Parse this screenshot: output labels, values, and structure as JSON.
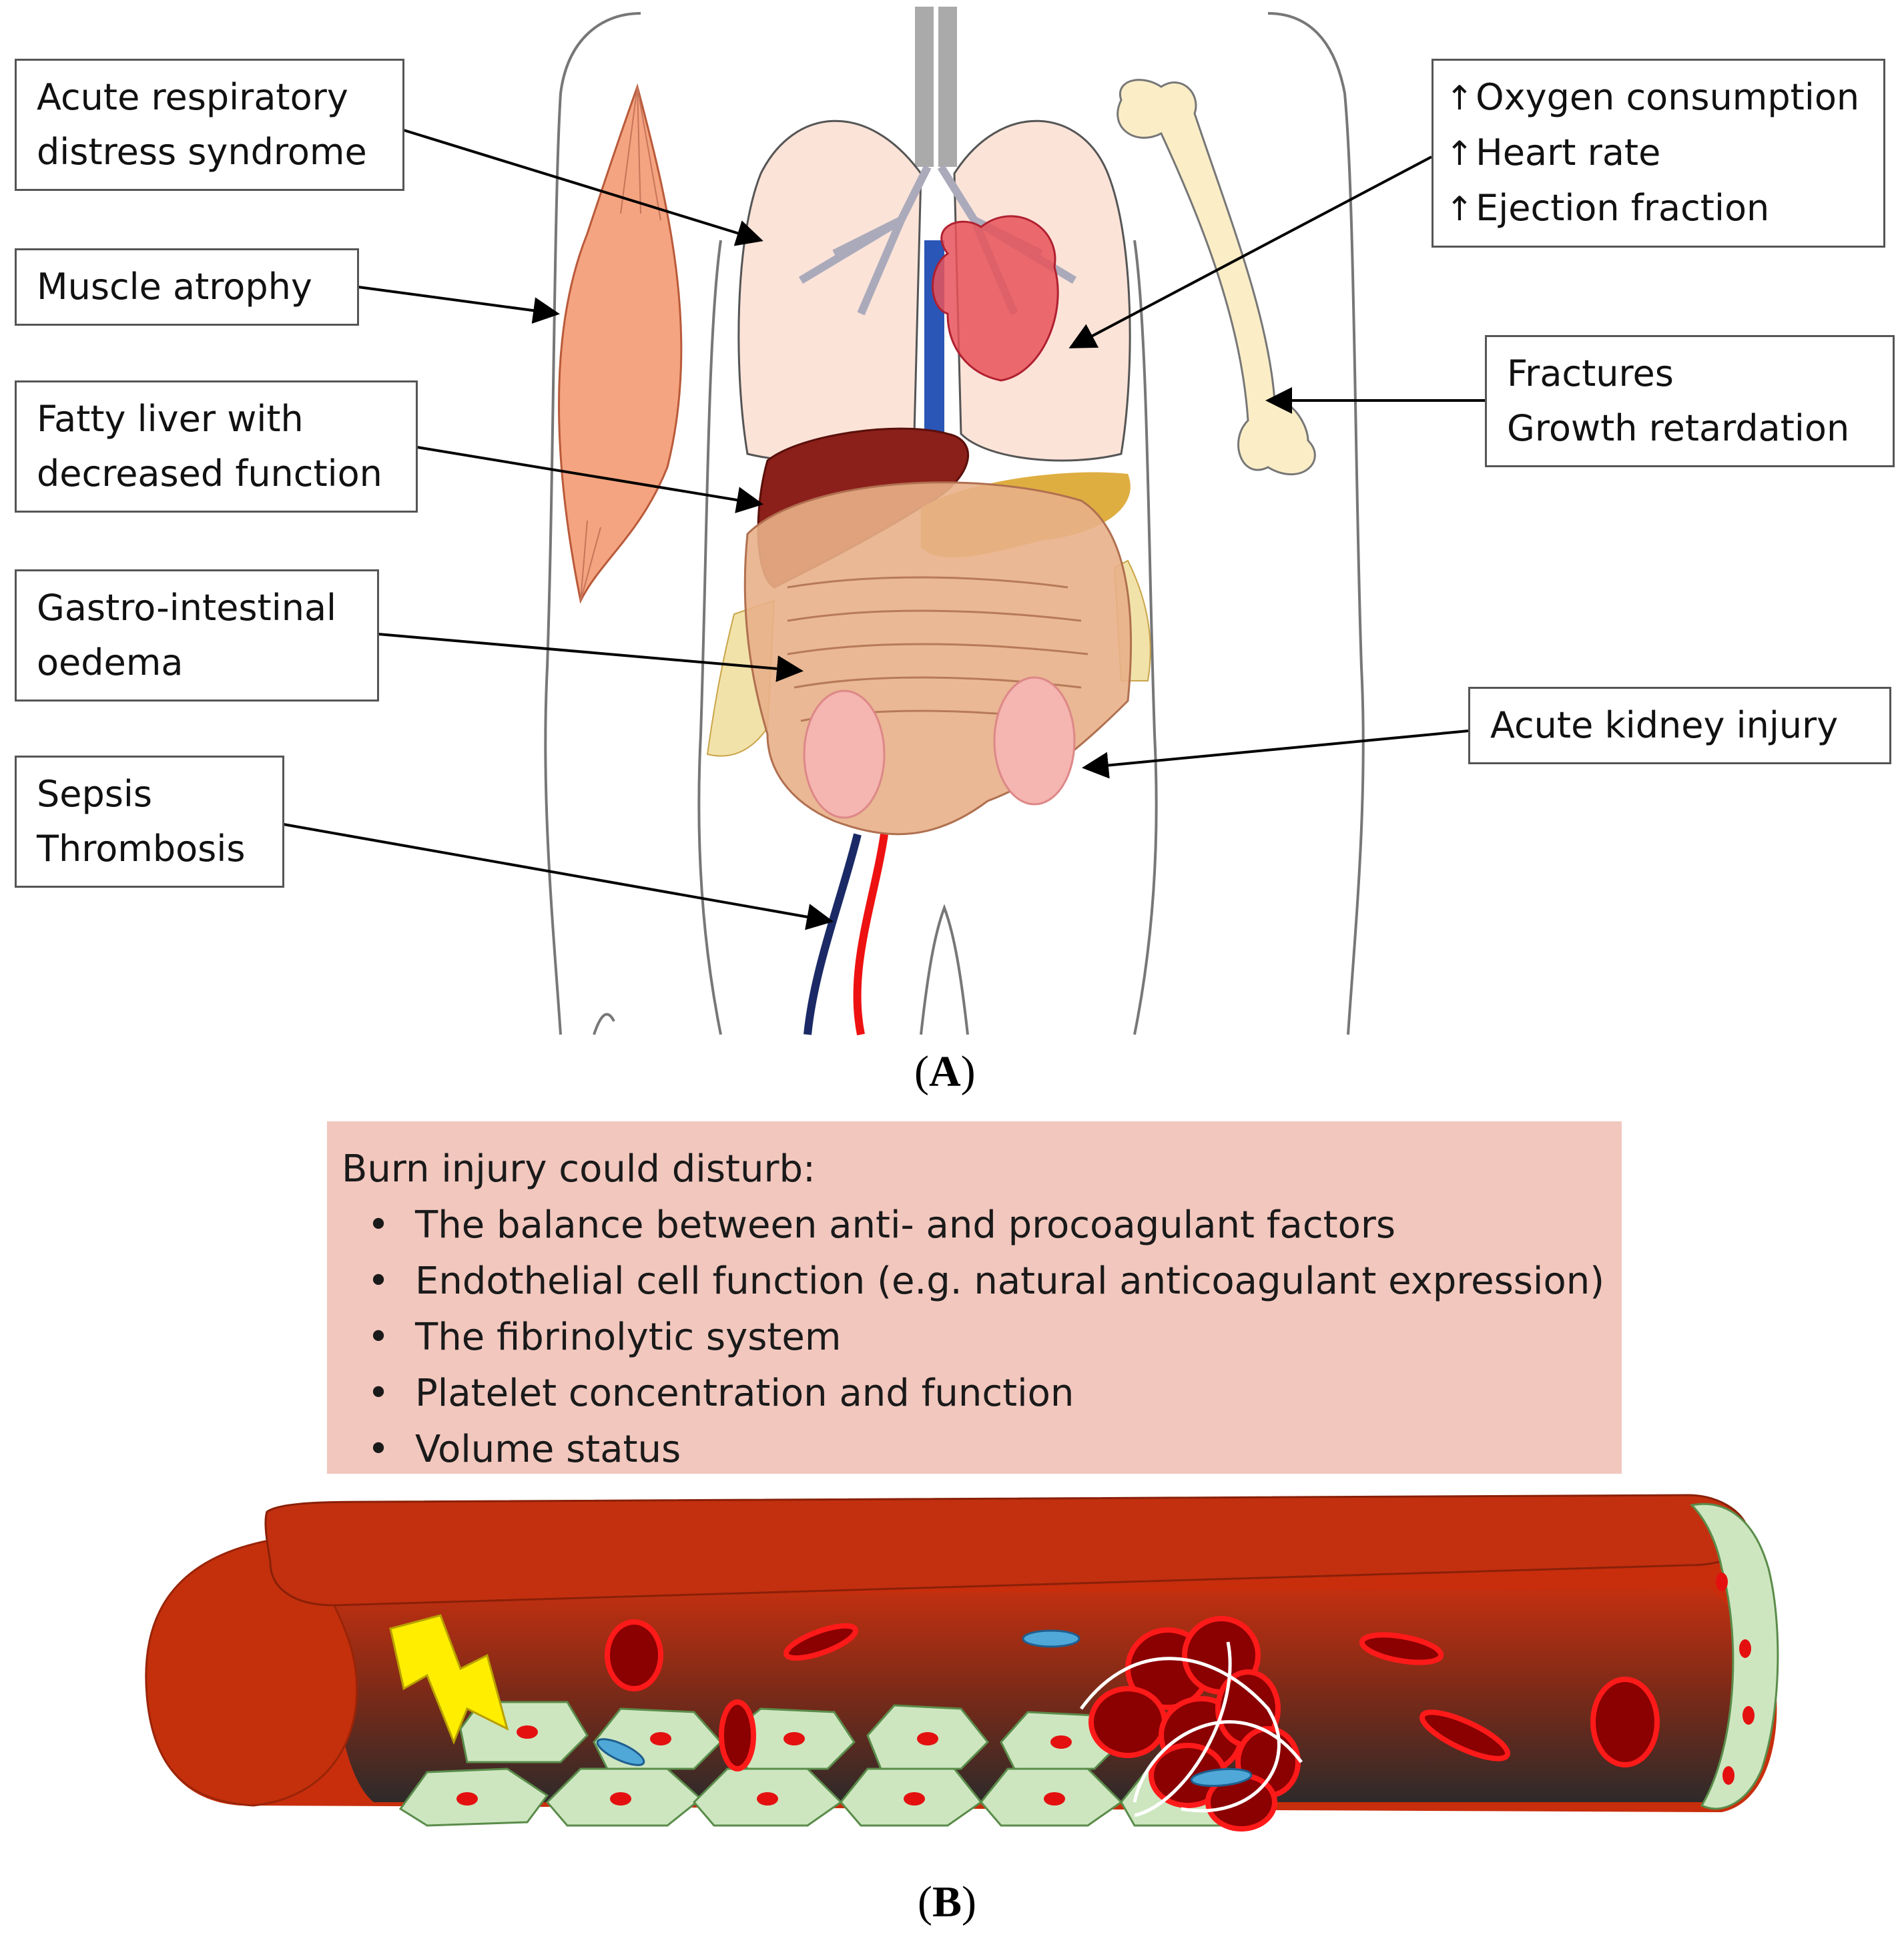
{
  "panel_a": {
    "tag": "A",
    "labels": {
      "ards": [
        "Acute respiratory",
        "distress syndrome"
      ],
      "muscle": [
        "Muscle atrophy"
      ],
      "liver": [
        "Fatty liver with",
        "decreased function"
      ],
      "gi": [
        "Gastro-intestinal",
        "oedema"
      ],
      "sepsis": [
        "Sepsis",
        "Thrombosis"
      ],
      "cardiac": [
        "Oxygen consumption",
        "Heart rate",
        "Ejection fraction"
      ],
      "bone": [
        "Fractures",
        "Growth retardation"
      ],
      "kidney": [
        "Acute kidney injury"
      ]
    },
    "increase_symbol": "↑"
  },
  "panel_b": {
    "tag": "B",
    "box_title": "Burn injury could disturb:",
    "bullet_symbol": "•",
    "items": [
      "The balance between anti- and procoagulant factors",
      "Endothelial cell function (e.g. natural anticoagulant expression)",
      "The fibrinolytic system",
      "Platelet concentration and function",
      "Volume status"
    ]
  },
  "colors": {
    "vessel_outer": "#c8300c",
    "vessel_inner_dark": "#3a2a28",
    "endothelium": "#cde6c0",
    "rbc": "#8b0000",
    "rbc_border": "#ff1a1a",
    "platelet": "#4fa8d8",
    "lightning": "#ffee00",
    "box_fill": "#f2c7be"
  }
}
